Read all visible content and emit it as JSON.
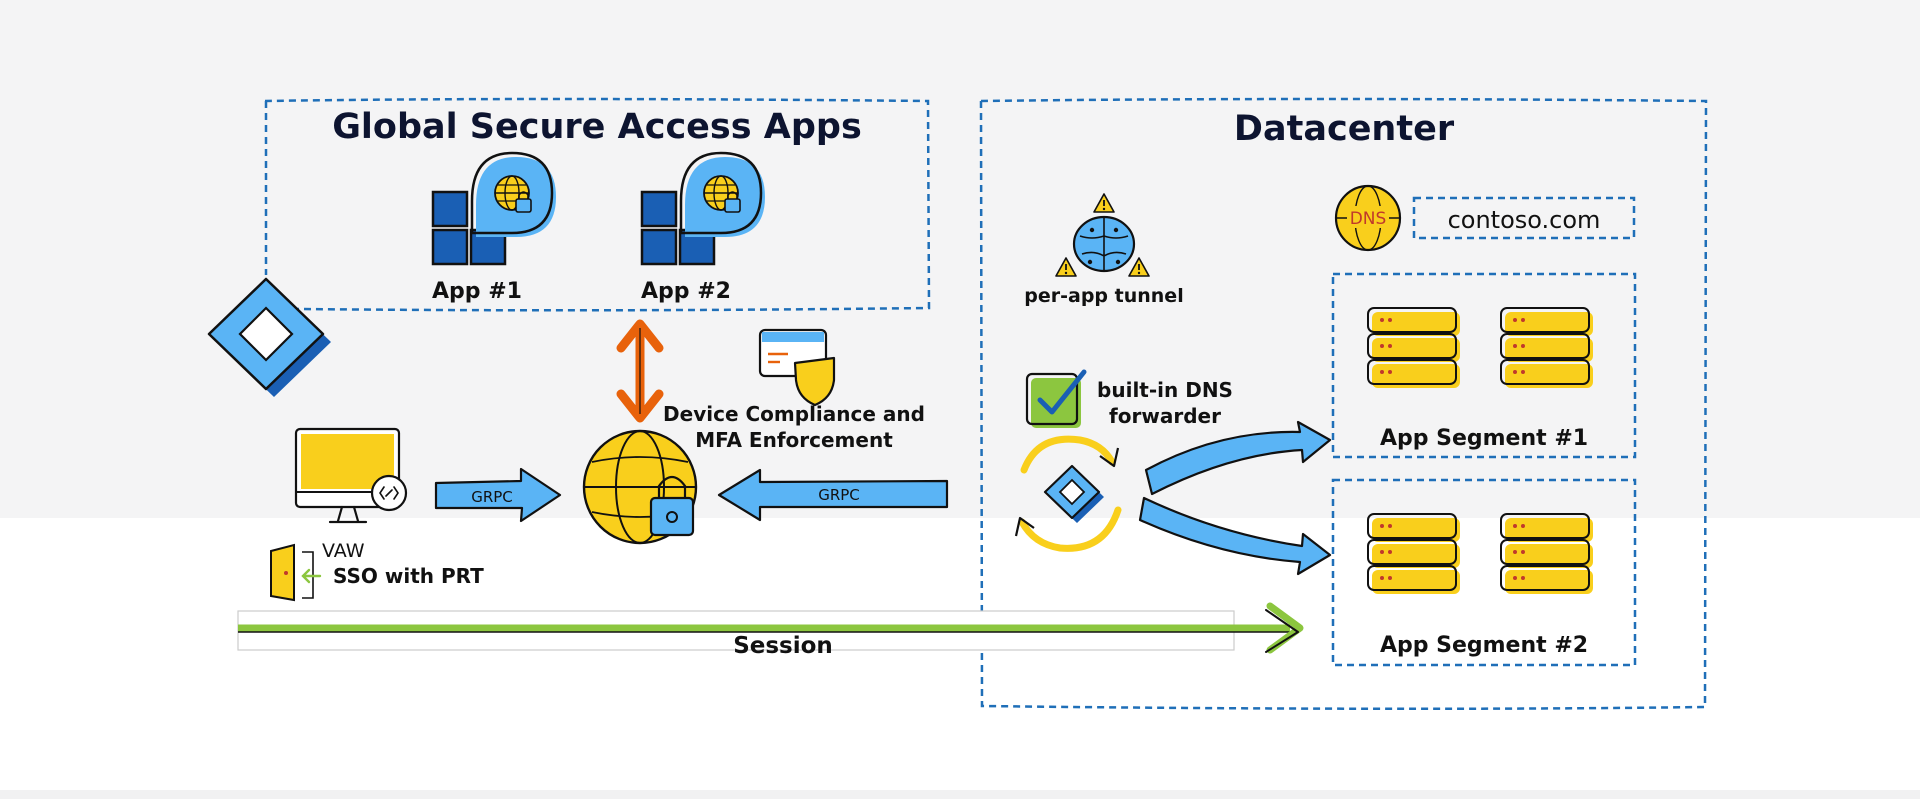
{
  "groups": {
    "gsa": {
      "title": "Global Secure Access Apps"
    },
    "datacenter": {
      "title": "Datacenter"
    }
  },
  "apps": [
    {
      "label": "App #1"
    },
    {
      "label": "App #2"
    }
  ],
  "labels": {
    "per_app_tunnel": "per-app tunnel",
    "dns_forwarder_line1": "built-in DNS",
    "dns_forwarder_line2": "forwarder",
    "compliance_line1": "Device Compliance and",
    "compliance_line2": "MFA Enforcement",
    "grpc_left": "GRPC",
    "grpc_right": "GRPC",
    "vaw": "VAW",
    "sso": "SSO with PRT",
    "session": "Session",
    "dns_badge": "DNS",
    "domain": "contoso.com"
  },
  "segments": [
    {
      "label": "App Segment #1"
    },
    {
      "label": "App Segment #2"
    }
  ],
  "icons": [
    "app-grid-icon",
    "globe-lock-badge-icon",
    "gsa-logo-icon",
    "monitor-icon",
    "remote-desktop-icon",
    "door-icon",
    "globe-lock-icon",
    "compliance-card-icon",
    "shield-icon",
    "ai-brain-icon",
    "warning-icon",
    "checkbox-icon",
    "sync-icon",
    "dns-globe-icon",
    "server-icon"
  ],
  "colors": {
    "blue": "#5ab4f5",
    "dark_blue": "#1a5fb4",
    "yellow": "#f9cf1c",
    "orange": "#e8620b",
    "green": "#8cc63f",
    "dashed": "#1f6fb8",
    "title": "#0d1430",
    "top_background": "#f4f4f5"
  }
}
